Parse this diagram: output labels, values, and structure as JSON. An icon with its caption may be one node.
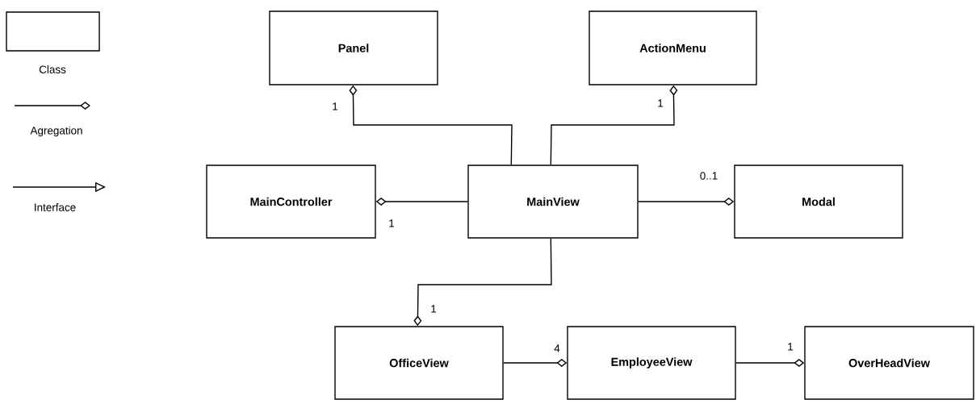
{
  "diagram": {
    "nodes": [
      {
        "text": [
          "Panel"
        ]
      },
      {
        "text": [
          "ActionMenu"
        ]
      },
      {
        "text": [
          "MainController"
        ]
      },
      {
        "text": [
          "MainView"
        ]
      },
      {
        "text": [
          "Modal"
        ]
      },
      {
        "text": [
          "OfficeView"
        ]
      },
      {
        "text": [
          "EmployeeView"
        ]
      },
      {
        "text": [
          "OverHeadView"
        ]
      }
    ],
    "edges": [
      {
        "from": 3,
        "to": 0,
        "arrow": "other",
        "label": "1"
      },
      {
        "from": 3,
        "to": 1,
        "arrow": "other",
        "label": "1"
      },
      {
        "from": 3,
        "to": 2,
        "arrow": "other",
        "label": "1"
      },
      {
        "from": 3,
        "to": 4,
        "arrow": "other",
        "label": "0..1"
      },
      {
        "from": 3,
        "to": 5,
        "arrow": "other",
        "label": "1"
      },
      {
        "from": 5,
        "to": 6,
        "arrow": "other",
        "label": "4"
      },
      {
        "from": 6,
        "to": 7,
        "arrow": "other",
        "label": "1"
      }
    ],
    "legend": [
      {
        "text": "Class"
      },
      {
        "text": "Agregation"
      },
      {
        "text": "Interface"
      }
    ]
  }
}
